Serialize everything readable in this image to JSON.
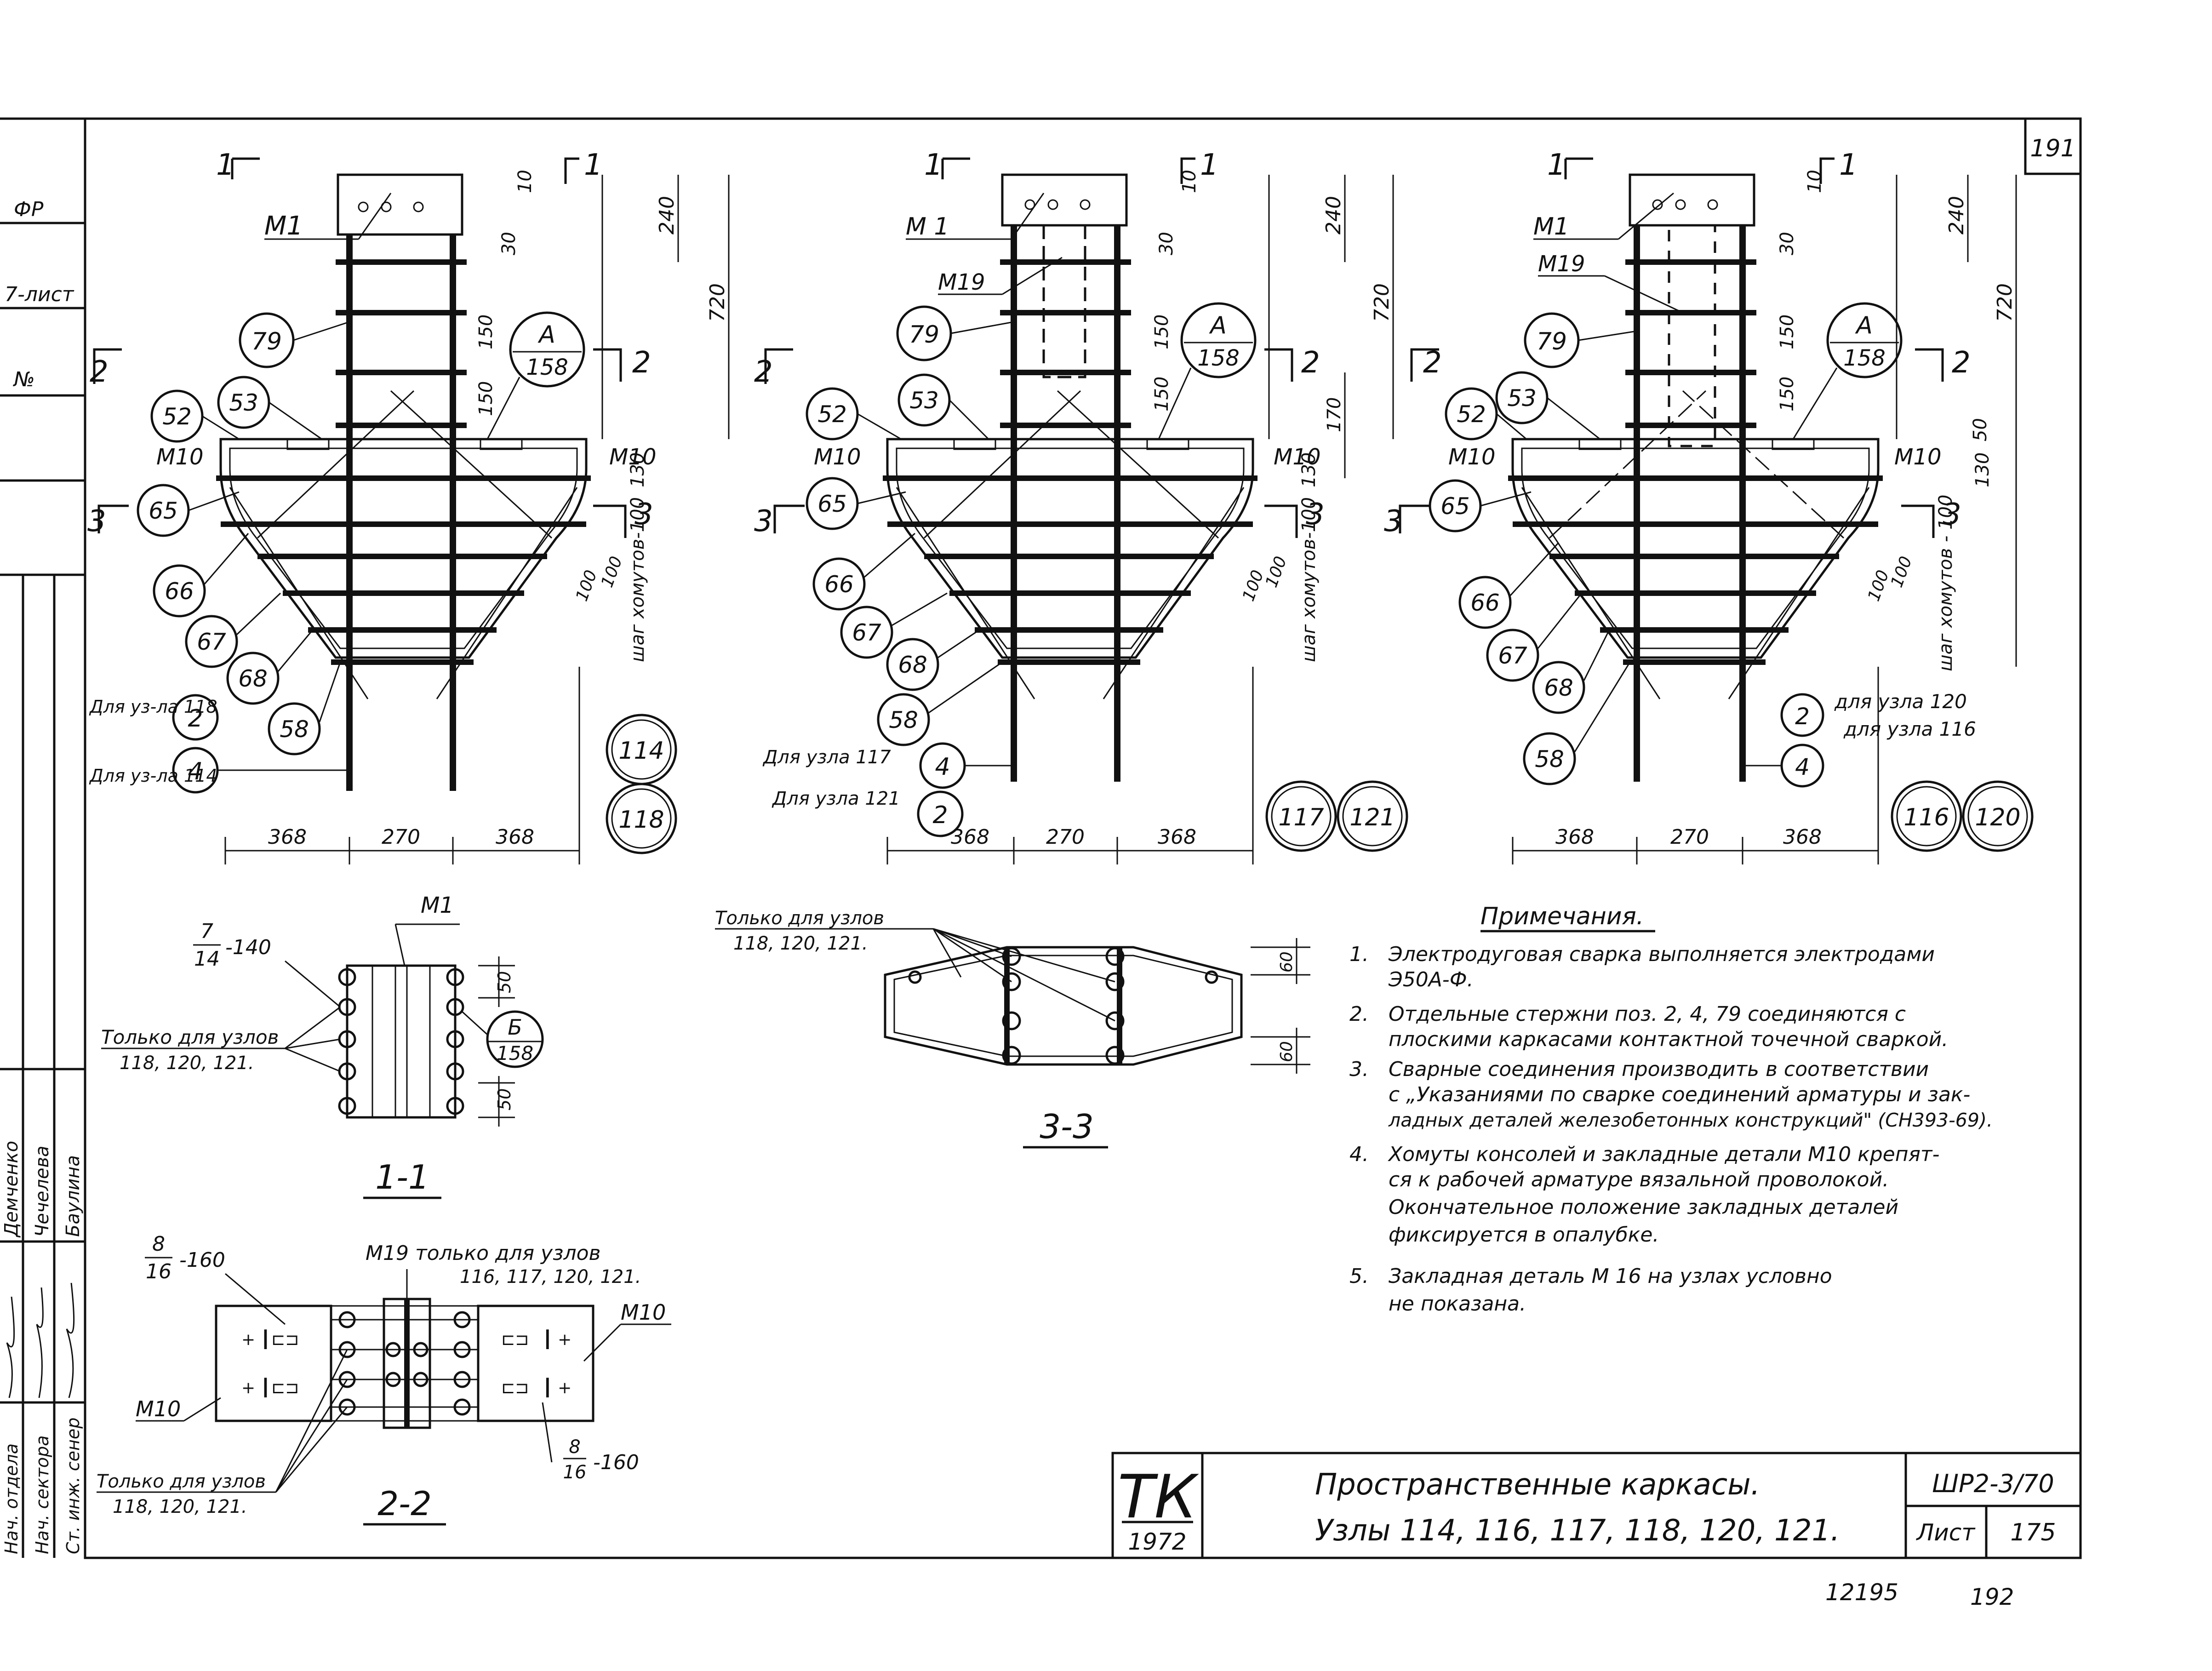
{
  "sheet_number_top": "191",
  "left_strip": {
    "labels": [
      "ФР",
      "7-лист",
      "№"
    ],
    "signature_roles": [
      "Нач. отдела",
      "Нач. сектора",
      "Ст. инж. сенер"
    ],
    "signature_names": [
      "Демченко",
      "Чечелева",
      "Баулина"
    ]
  },
  "views": [
    {
      "section_marks": {
        "top": "1",
        "mid": "2",
        "low": "3"
      },
      "labels": {
        "m1": "M1",
        "a": "A",
        "a_sheet": "158",
        "m10_left": "M10",
        "m10_right": "M10"
      },
      "callouts": [
        "79",
        "53",
        "52",
        "65",
        "66",
        "67",
        "68",
        "58"
      ],
      "dims_right": {
        "d10": "10",
        "d240": "240",
        "d30": "30",
        "d720": "720",
        "d150a": "150",
        "d150b": "150",
        "d130": "130",
        "step": "шаг хомутов-100",
        "d100a": "100",
        "d100b": "100"
      },
      "dims_bottom": [
        "368",
        "270",
        "368"
      ],
      "notes": [
        {
          "text": "Для уз-ла 118",
          "num": "2"
        },
        {
          "text": "Для уз-ла 114",
          "num": "4"
        }
      ],
      "nodes": [
        "114",
        "118"
      ]
    },
    {
      "section_marks": {
        "top": "1",
        "mid": "2",
        "low": "3"
      },
      "labels": {
        "m1": "M 1",
        "m19": "M19",
        "a": "A",
        "a_sheet": "158",
        "m10_left": "M10",
        "m10_right": "M10"
      },
      "callouts": [
        "79",
        "53",
        "52",
        "65",
        "66",
        "67",
        "68",
        "58"
      ],
      "dims_right": {
        "d10": "10",
        "d240": "240",
        "d30": "30",
        "d720": "720",
        "d150a": "150",
        "d150b": "150",
        "d170": "170",
        "d130": "130",
        "step": "шаг хомутов-100",
        "d100a": "100",
        "d100b": "100"
      },
      "dims_bottom": [
        "368",
        "270",
        "368"
      ],
      "notes": [
        {
          "text": "Для узла 117",
          "num": "4"
        },
        {
          "text": "Для узла 121",
          "num": "2"
        }
      ],
      "nodes": [
        "117",
        "121"
      ]
    },
    {
      "section_marks": {
        "top": "1",
        "mid": "2",
        "low": "3"
      },
      "labels": {
        "m1": "M1",
        "m19": "M19",
        "a": "A",
        "a_sheet": "158",
        "m10_left": "M10",
        "m10_right": "M10"
      },
      "callouts": [
        "79",
        "53",
        "52",
        "65",
        "66",
        "67",
        "68",
        "58"
      ],
      "dims_right": {
        "d10": "10",
        "d240": "240",
        "d30": "30",
        "d720": "720",
        "d150a": "150",
        "d150b": "150",
        "d50": "50",
        "d130": "130",
        "step": "шаг хомутов - 100",
        "d100a": "100",
        "d100b": "100"
      },
      "dims_bottom": [
        "368",
        "270",
        "368"
      ],
      "notes": [
        {
          "text": "для узла 120",
          "num": "2"
        },
        {
          "text": "для узла 116",
          "num": "4"
        }
      ],
      "nodes": [
        "116",
        "120"
      ]
    }
  ],
  "section_1_1": {
    "title": "1-1",
    "m1": "M1",
    "bar_frac_top": "7",
    "bar_frac_bottom": "14",
    "bar_suffix": "-140",
    "only_for": "Только для узлов",
    "only_for_nodes": "118, 120, 121.",
    "b": "Б",
    "b_sheet": "158",
    "d50a": "50",
    "d50b": "50"
  },
  "section_2_2": {
    "title": "2-2",
    "frac_top_left": "8",
    "frac_bottom_left": "16",
    "suffix_left": "-160",
    "m19_note": "M19 только для узлов",
    "m19_nodes": "116, 117, 120, 121.",
    "m10_left": "M10",
    "m10_right": "M10",
    "only_for": "Только для узлов",
    "only_for_nodes": "118, 120, 121.",
    "frac_top_right": "8",
    "frac_bottom_right": "16",
    "suffix_right": "-160"
  },
  "section_3_3": {
    "title": "3-3",
    "only_for": "Только для узлов",
    "only_for_nodes": "118, 120, 121.",
    "d60a": "60",
    "d60b": "60"
  },
  "notes": {
    "title": "Примечания.",
    "items": [
      {
        "num": "1.",
        "lines": [
          "Электродуговая сварка выполняется электродами",
          "Э50А-Ф."
        ]
      },
      {
        "num": "2.",
        "lines": [
          "Отдельные стержни поз. 2, 4, 79 соединяются с",
          "плоскими каркасами контактной точечной сваркой."
        ]
      },
      {
        "num": "3.",
        "lines": [
          "Сварные соединения производить в соответствии",
          "с „Указаниями по сварке соединений арматуры и зак-",
          "ладных деталей железобетонных конструкций\" (СН393-69)."
        ]
      },
      {
        "num": "4.",
        "lines": [
          "Хомуты консолей и закладные детали М10 крепят-",
          "ся к рабочей арматуре вязальной проволокой.",
          "Окончательное положение закладных деталей",
          "фиксируется в опалубке."
        ]
      },
      {
        "num": "5.",
        "lines": [
          "Закладная деталь М 16 на узлах условно",
          "не показана."
        ]
      }
    ]
  },
  "title_block": {
    "logo": "ТК",
    "year": "1972",
    "title_line1": "Пространственные каркасы.",
    "title_line2": "Узлы 114, 116, 117, 118, 120, 121.",
    "code": "ШР2-3/70",
    "sheet_label": "Лист",
    "sheet_no": "175"
  },
  "footer": {
    "left": "12195",
    "right": "192"
  }
}
